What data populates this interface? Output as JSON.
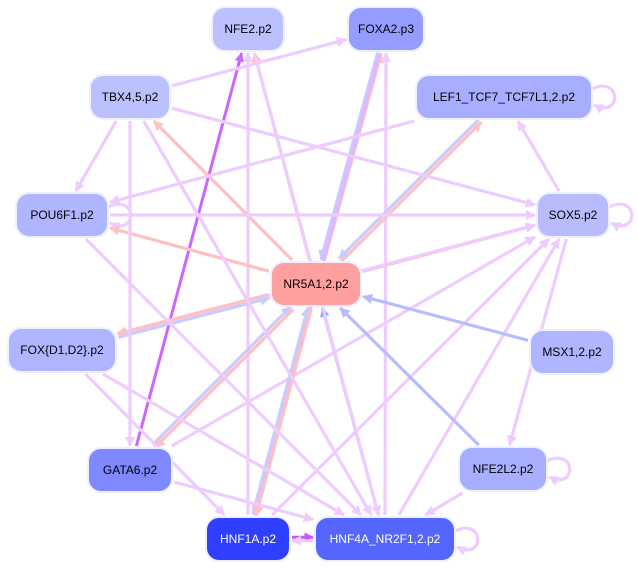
{
  "colors": {
    "edge_activation": "#eeccff",
    "edge_repression": "#ffc0c0",
    "edge_blue": "#c8ccff",
    "edge_strong_purple": "#cc66ff",
    "edge_strong_blue": "#99a0ff",
    "node_red": "#ff9f9f",
    "node_light_blue": "#bbc0ff",
    "node_mid_blue": "#a8aeff",
    "node_medium_blue": "#959cff",
    "node_gata": "#7f88ff",
    "node_hnf4a": "#5566ff",
    "node_hnf1a": "#2f3fff"
  },
  "nodes": [
    {
      "id": "NFE2.p2",
      "label": "NFE2.p2",
      "color": "#bbc0ff",
      "text_color": "#000000"
    },
    {
      "id": "FOXA2.p3",
      "label": "FOXA2.p3",
      "color": "#959cff",
      "text_color": "#000000"
    },
    {
      "id": "TBX4,5.p2",
      "label": "TBX4,5.p2",
      "color": "#bbc0ff",
      "text_color": "#000000"
    },
    {
      "id": "LEF1_TCF7_TCF7L1,2.p2",
      "label": "LEF1_TCF7_TCF7L1,2.p2",
      "color": "#a8aeff",
      "text_color": "#000000"
    },
    {
      "id": "POU6F1.p2",
      "label": "POU6F1.p2",
      "color": "#b0b5ff",
      "text_color": "#000000"
    },
    {
      "id": "SOX5.p2",
      "label": "SOX5.p2",
      "color": "#b8bcff",
      "text_color": "#000000"
    },
    {
      "id": "NR5A1,2.p2",
      "label": "NR5A1,2.p2",
      "color": "#ff9f9f",
      "text_color": "#000000"
    },
    {
      "id": "FOX{D1,D2}.p2",
      "label": "FOX{D1,D2}.p2",
      "color": "#b0b5ff",
      "text_color": "#000000"
    },
    {
      "id": "MSX1,2.p2",
      "label": "MSX1,2.p2",
      "color": "#b0b5ff",
      "text_color": "#000000"
    },
    {
      "id": "GATA6.p2",
      "label": "GATA6.p2",
      "color": "#7f88ff",
      "text_color": "#000000"
    },
    {
      "id": "NFE2L2.p2",
      "label": "NFE2L2.p2",
      "color": "#a8aeff",
      "text_color": "#000000"
    },
    {
      "id": "HNF1A.p2",
      "label": "HNF1A.p2",
      "color": "#2f3fff",
      "text_color": "#ffffff"
    },
    {
      "id": "HNF4A_NR2F1,2.p2",
      "label": "HNF4A_NR2F1,2.p2",
      "color": "#5566ff",
      "text_color": "#ffffff"
    }
  ],
  "edges": [
    {
      "source": "GATA6.p2",
      "target": "NFE2.p2",
      "color": "#cc66ff"
    },
    {
      "source": "NR5A1,2.p2",
      "target": "NFE2.p2",
      "color": "#ffc0c0"
    },
    {
      "source": "HNF1A.p2",
      "target": "NFE2.p2",
      "color": "#eeccff"
    },
    {
      "source": "TBX4,5.p2",
      "target": "FOXA2.p3",
      "color": "#eeccff"
    },
    {
      "source": "NR5A1,2.p2",
      "target": "FOXA2.p3",
      "color": "#ffc0c0"
    },
    {
      "source": "HNF4A_NR2F1,2.p2",
      "target": "FOXA2.p3",
      "color": "#eeccff"
    },
    {
      "source": "FOXA2.p3",
      "target": "NR5A1,2.p2",
      "color": "#c8ccff"
    },
    {
      "source": "FOXA2.p3",
      "target": "HNF1A.p2",
      "color": "#e0b8ff"
    },
    {
      "source": "NR5A1,2.p2",
      "target": "TBX4,5.p2",
      "color": "#ffc0c0"
    },
    {
      "source": "NR5A1,2.p2",
      "target": "LEF1_TCF7_TCF7L1,2.p2",
      "color": "#ffc0c0"
    },
    {
      "source": "LEF1_TCF7_TCF7L1,2.p2",
      "target": "NR5A1,2.p2",
      "color": "#c8ccff"
    },
    {
      "source": "LEF1_TCF7_TCF7L1,2.p2",
      "target": "LEF1_TCF7_TCF7L1,2.p2",
      "color": "#eeccff"
    },
    {
      "source": "SOX5.p2",
      "target": "LEF1_TCF7_TCF7L1,2.p2",
      "color": "#eeccff"
    },
    {
      "source": "TBX4,5.p2",
      "target": "POU6F1.p2",
      "color": "#eeccff"
    },
    {
      "source": "LEF1_TCF7_TCF7L1,2.p2",
      "target": "POU6F1.p2",
      "color": "#eeccff"
    },
    {
      "source": "POU6F1.p2",
      "target": "POU6F1.p2",
      "color": "#eeccff"
    },
    {
      "source": "NR5A1,2.p2",
      "target": "POU6F1.p2",
      "color": "#ffc0c0"
    },
    {
      "source": "TBX4,5.p2",
      "target": "SOX5.p2",
      "color": "#eeccff"
    },
    {
      "source": "POU6F1.p2",
      "target": "SOX5.p2",
      "color": "#eeccff"
    },
    {
      "source": "NR5A1,2.p2",
      "target": "SOX5.p2",
      "color": "#ffc0c0"
    },
    {
      "source": "FOX{D1,D2}.p2",
      "target": "SOX5.p2",
      "color": "#eeccff"
    },
    {
      "source": "GATA6.p2",
      "target": "SOX5.p2",
      "color": "#eeccff"
    },
    {
      "source": "HNF1A.p2",
      "target": "SOX5.p2",
      "color": "#eeccff"
    },
    {
      "source": "HNF4A_NR2F1,2.p2",
      "target": "SOX5.p2",
      "color": "#eeccff"
    },
    {
      "source": "SOX5.p2",
      "target": "SOX5.p2",
      "color": "#eeccff"
    },
    {
      "source": "SOX5.p2",
      "target": "NFE2L2.p2",
      "color": "#eeccff"
    },
    {
      "source": "NR5A1,2.p2",
      "target": "FOX{D1,D2}.p2",
      "color": "#ffc0c0"
    },
    {
      "source": "FOX{D1,D2}.p2",
      "target": "NR5A1,2.p2",
      "color": "#c8ccff"
    },
    {
      "source": "MSX1,2.p2",
      "target": "NR5A1,2.p2",
      "color": "#b8bcff"
    },
    {
      "source": "NFE2L2.p2",
      "target": "NR5A1,2.p2",
      "color": "#b8bcff"
    },
    {
      "source": "HNF4A_NR2F1,2.p2",
      "target": "NR5A1,2.p2",
      "color": "#99a0ff"
    },
    {
      "source": "HNF1A.p2",
      "target": "NR5A1,2.p2",
      "color": "#c8ccff"
    },
    {
      "source": "NR5A1,2.p2",
      "target": "HNF1A.p2",
      "color": "#ffc0c0"
    },
    {
      "source": "GATA6.p2",
      "target": "NR5A1,2.p2",
      "color": "#c8ccff"
    },
    {
      "source": "NR5A1,2.p2",
      "target": "GATA6.p2",
      "color": "#ffc0c0"
    },
    {
      "source": "TBX4,5.p2",
      "target": "GATA6.p2",
      "color": "#eeccff"
    },
    {
      "source": "TBX4,5.p2",
      "target": "HNF4A_NR2F1,2.p2",
      "color": "#eeccff"
    },
    {
      "source": "FOX{D1,D2}.p2",
      "target": "HNF1A.p2",
      "color": "#eeccff"
    },
    {
      "source": "FOX{D1,D2}.p2",
      "target": "HNF4A_NR2F1,2.p2",
      "color": "#eeccff"
    },
    {
      "source": "GATA6.p2",
      "target": "HNF4A_NR2F1,2.p2",
      "color": "#eeccff"
    },
    {
      "source": "NFE2.p2",
      "target": "HNF4A_NR2F1,2.p2",
      "color": "#eeccff"
    },
    {
      "source": "NFE2L2.p2",
      "target": "HNF4A_NR2F1,2.p2",
      "color": "#eeccff"
    },
    {
      "source": "HNF1A.p2",
      "target": "HNF4A_NR2F1,2.p2",
      "color": "#cc55ff"
    },
    {
      "source": "HNF4A_NR2F1,2.p2",
      "target": "HNF1A.p2",
      "color": "#eeccff"
    },
    {
      "source": "HNF4A_NR2F1,2.p2",
      "target": "HNF4A_NR2F1,2.p2",
      "color": "#eeccff"
    },
    {
      "source": "NFE2L2.p2",
      "target": "NFE2L2.p2",
      "color": "#eeccff"
    },
    {
      "source": "POU6F1.p2",
      "target": "HNF4A_NR2F1,2.p2",
      "color": "#eeccff"
    }
  ]
}
